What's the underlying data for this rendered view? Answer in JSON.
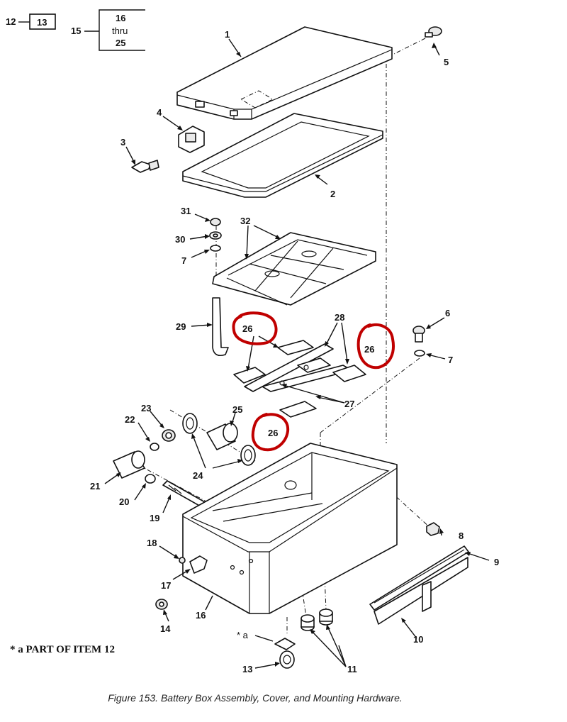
{
  "header": {
    "ref_12": "12",
    "ref_13": "13",
    "ref_15": "15",
    "range_start": "16",
    "range_mid": "thru",
    "range_end": "25"
  },
  "callouts": {
    "c1": "1",
    "c2": "2",
    "c3": "3",
    "c4": "4",
    "c5": "5",
    "c6": "6",
    "c7a": "7",
    "c7b": "7",
    "c8": "8",
    "c9": "9",
    "c10": "10",
    "c11": "11",
    "c13": "13",
    "c14": "14",
    "c16": "16",
    "c17": "17",
    "c18": "18",
    "c19": "19",
    "c20": "20",
    "c21": "21",
    "c22": "22",
    "c23": "23",
    "c24": "24",
    "c25": "25",
    "c26a": "26",
    "c26b": "26",
    "c26c": "26",
    "c27": "27",
    "c28": "28",
    "c29": "29",
    "c30": "30",
    "c31": "31",
    "c32": "32",
    "star_a": "* a"
  },
  "note": "* a  PART OF ITEM 12",
  "caption": "Figure 153.  Battery Box Assembly, Cover, and Mounting Hardware.",
  "colors": {
    "highlight": "#c00000",
    "line": "#111111"
  }
}
